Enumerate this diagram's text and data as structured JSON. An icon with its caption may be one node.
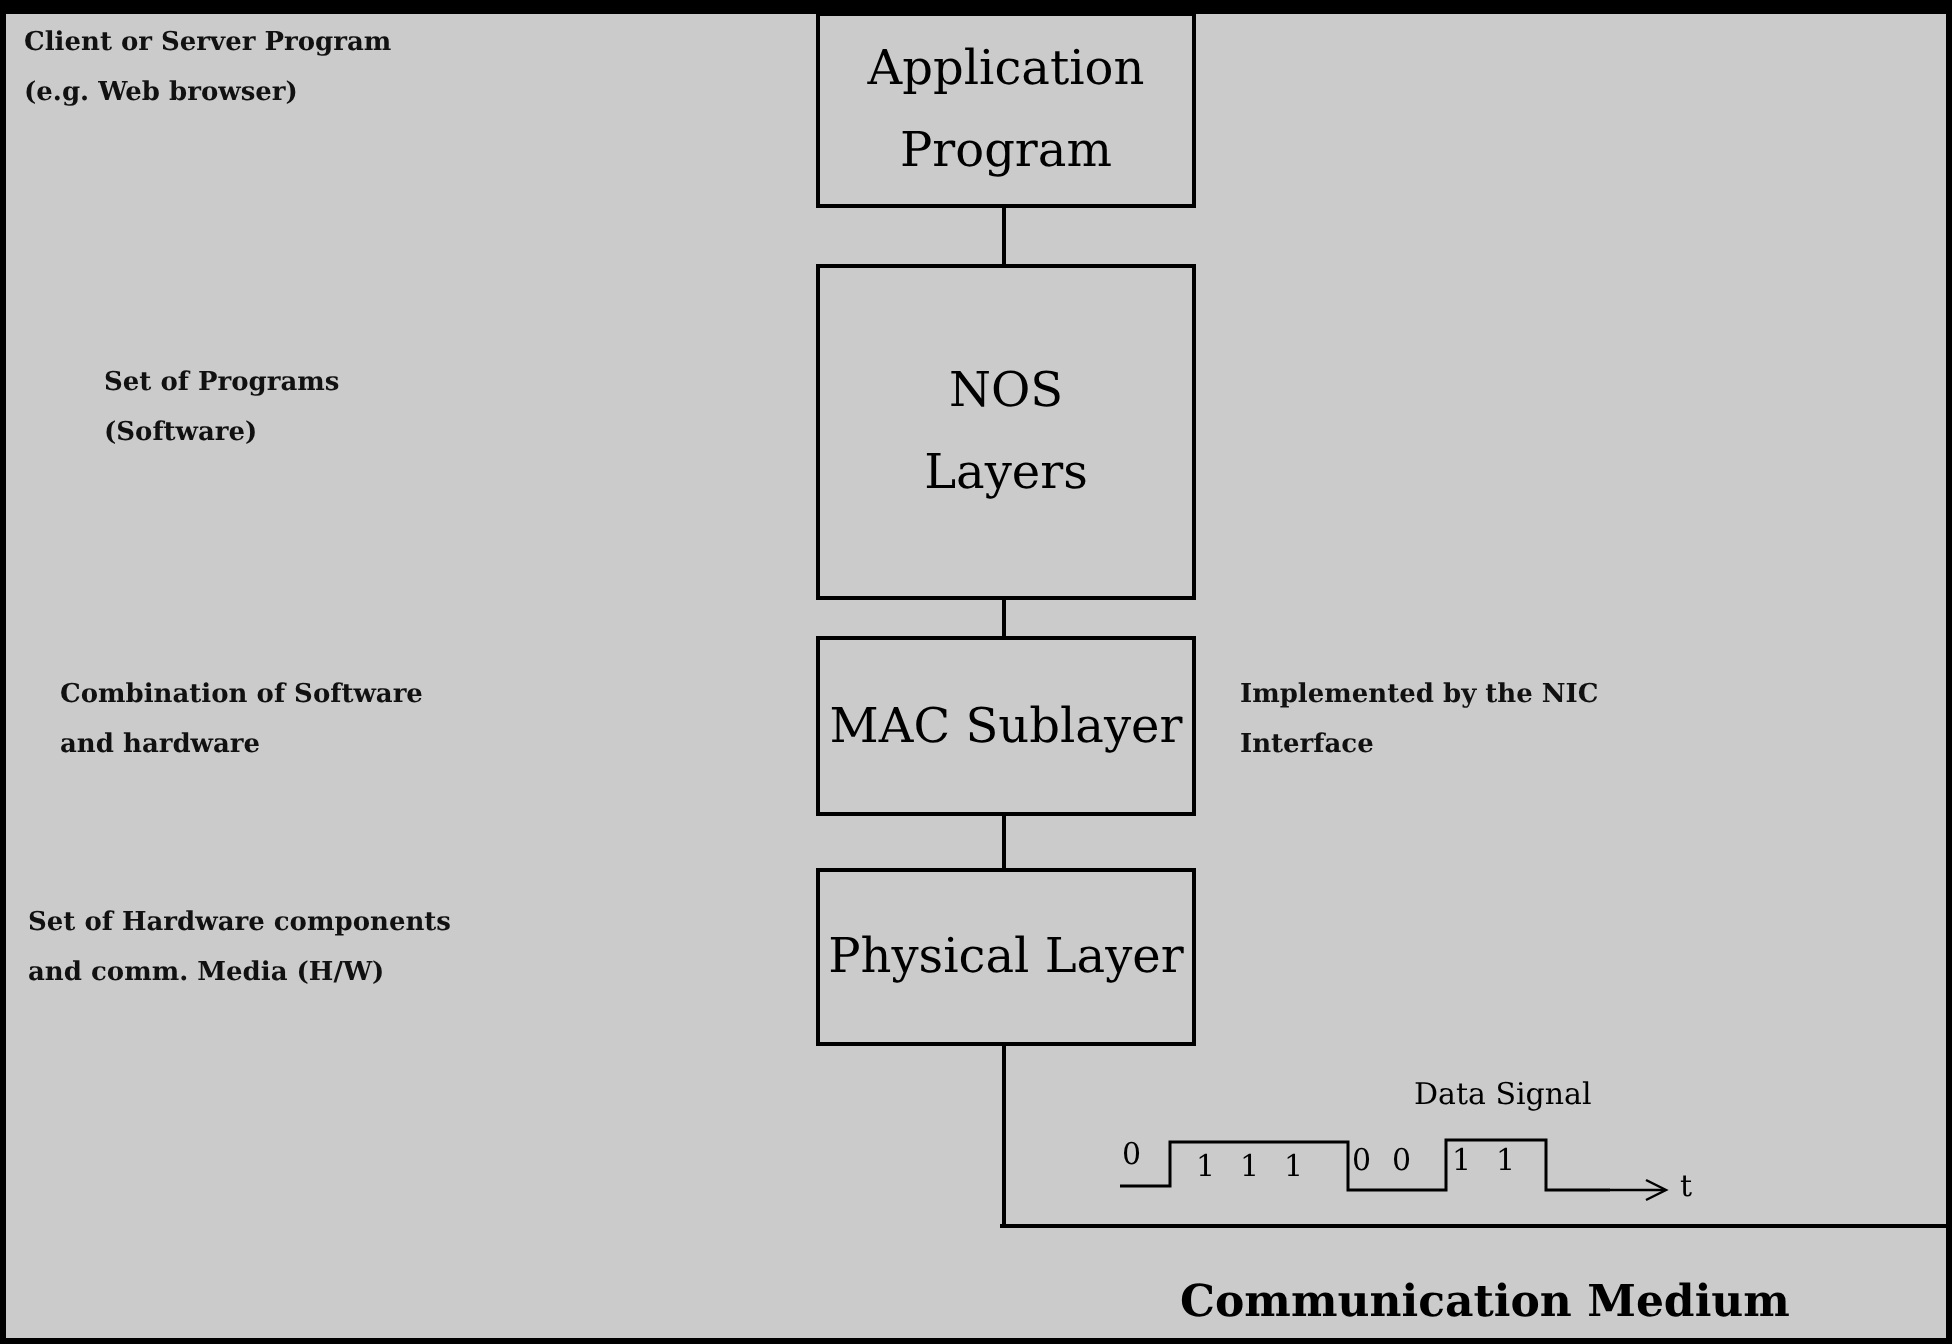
{
  "diagram": {
    "nodes": [
      {
        "text": [
          "Application Program"
        ]
      },
      {
        "text": [
          "NOS Layers"
        ]
      },
      {
        "text": [
          "MAC Sublayer"
        ]
      },
      {
        "text": [
          "Physical Layer"
        ]
      },
      {
        "text": [
          "Communication Medium"
        ]
      }
    ],
    "edges": [
      {
        "from": 0,
        "to": 1,
        "arrow": "none"
      },
      {
        "from": 1,
        "to": 2,
        "arrow": "none"
      },
      {
        "from": 2,
        "to": 3,
        "arrow": "none"
      },
      {
        "from": 3,
        "to": 4,
        "arrow": "none"
      }
    ],
    "labels": [
      "Client or Server Program (e.g. Web browser)",
      "Set of Programs (Software)",
      "Combination of Software and hardware",
      "Implemented by the NIC Interface",
      "Set of Hardware components and comm. Media (H/W)",
      "Data Signal",
      "0",
      "1",
      "1",
      "1",
      "0",
      "0",
      "1",
      "1",
      "t"
    ]
  }
}
